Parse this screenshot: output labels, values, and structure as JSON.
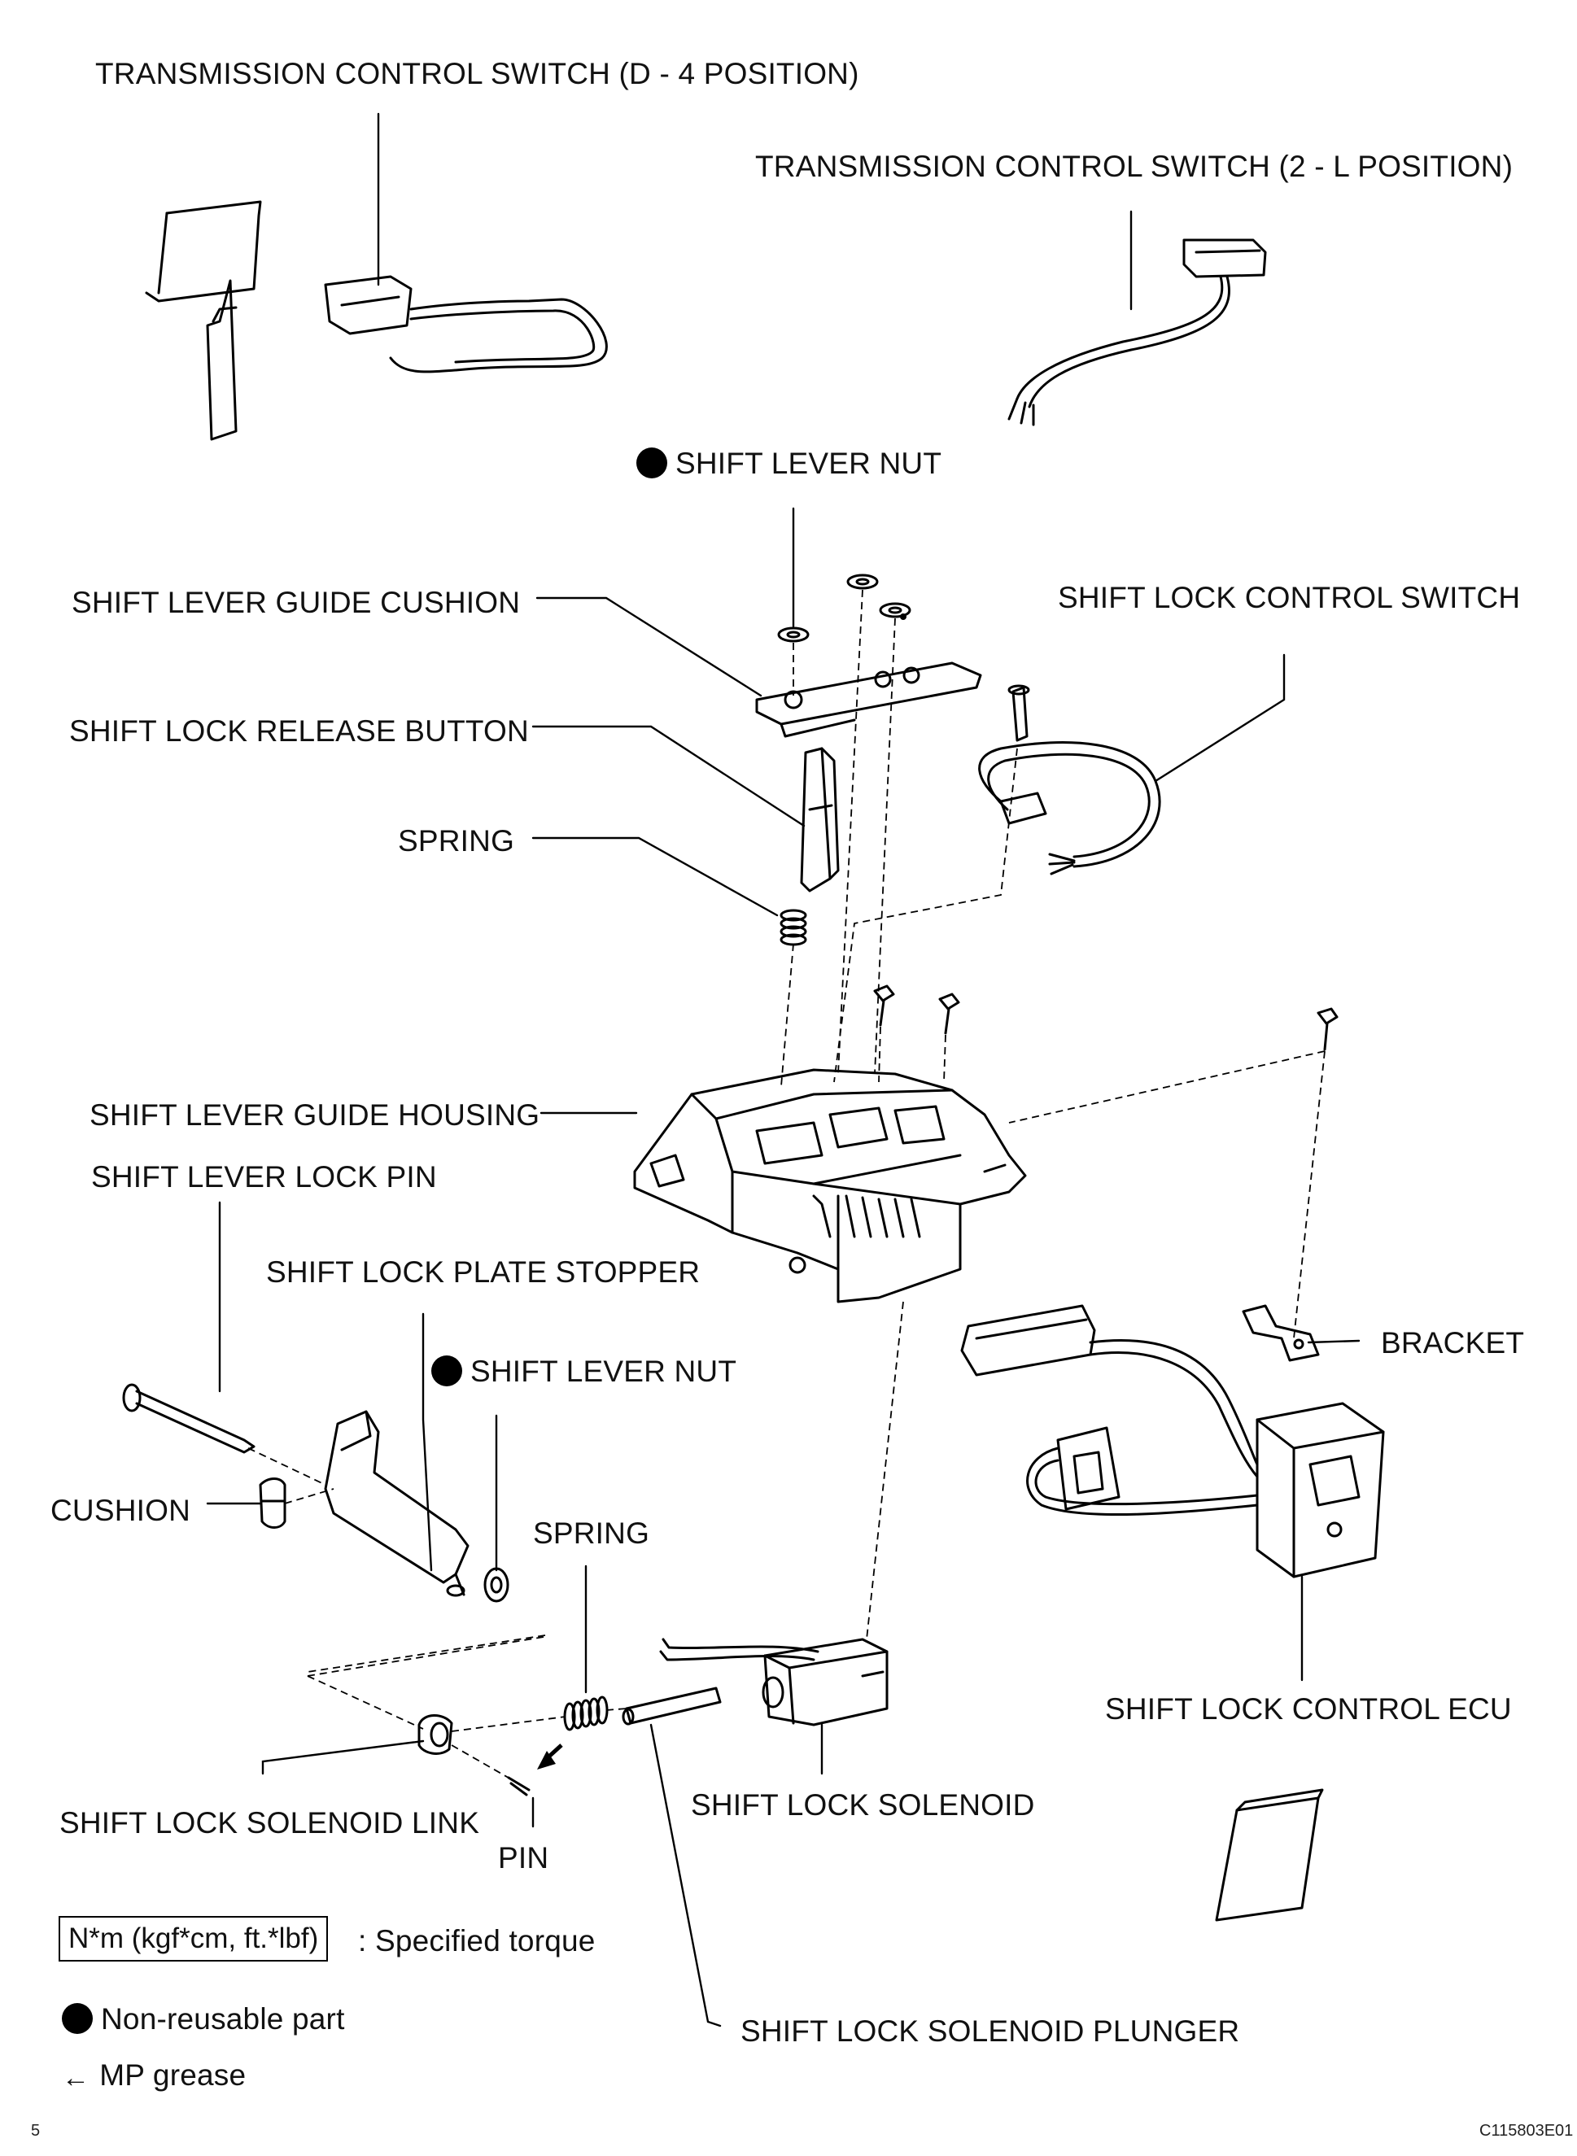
{
  "labels": {
    "tcs_d4": "TRANSMISSION CONTROL SWITCH (D - 4 POSITION)",
    "tcs_2l": "TRANSMISSION CONTROL SWITCH (2 - L POSITION)",
    "shift_lever_nut_top": "SHIFT LEVER NUT",
    "guide_cushion": "SHIFT LEVER GUIDE CUSHION",
    "lock_control_switch": "SHIFT LOCK CONTROL SWITCH",
    "release_button": "SHIFT LOCK RELEASE BUTTON",
    "spring_top": "SPRING",
    "guide_housing": "SHIFT LEVER GUIDE HOUSING",
    "lock_pin": "SHIFT LEVER LOCK PIN",
    "plate_stopper": "SHIFT LOCK PLATE STOPPER",
    "shift_lever_nut_mid": "SHIFT LEVER NUT",
    "bracket": "BRACKET",
    "cushion": "CUSHION",
    "spring_mid": "SPRING",
    "control_ecu": "SHIFT LOCK CONTROL ECU",
    "solenoid": "SHIFT LOCK SOLENOID",
    "solenoid_link": "SHIFT LOCK SOLENOID LINK",
    "pin": "PIN",
    "solenoid_plunger": "SHIFT LOCK SOLENOID PLUNGER"
  },
  "legend": {
    "torque_box": "N*m (kgf*cm, ft.*lbf)",
    "torque_text": ": Specified torque",
    "nonreusable": "Non-reusable part",
    "grease": "MP grease"
  },
  "icons": {
    "nonreusable_marker": "filled-circle-icon",
    "grease_marker": "left-arrow-icon"
  },
  "footer": {
    "page_mark": "5",
    "figure_code": "C115803E01"
  }
}
